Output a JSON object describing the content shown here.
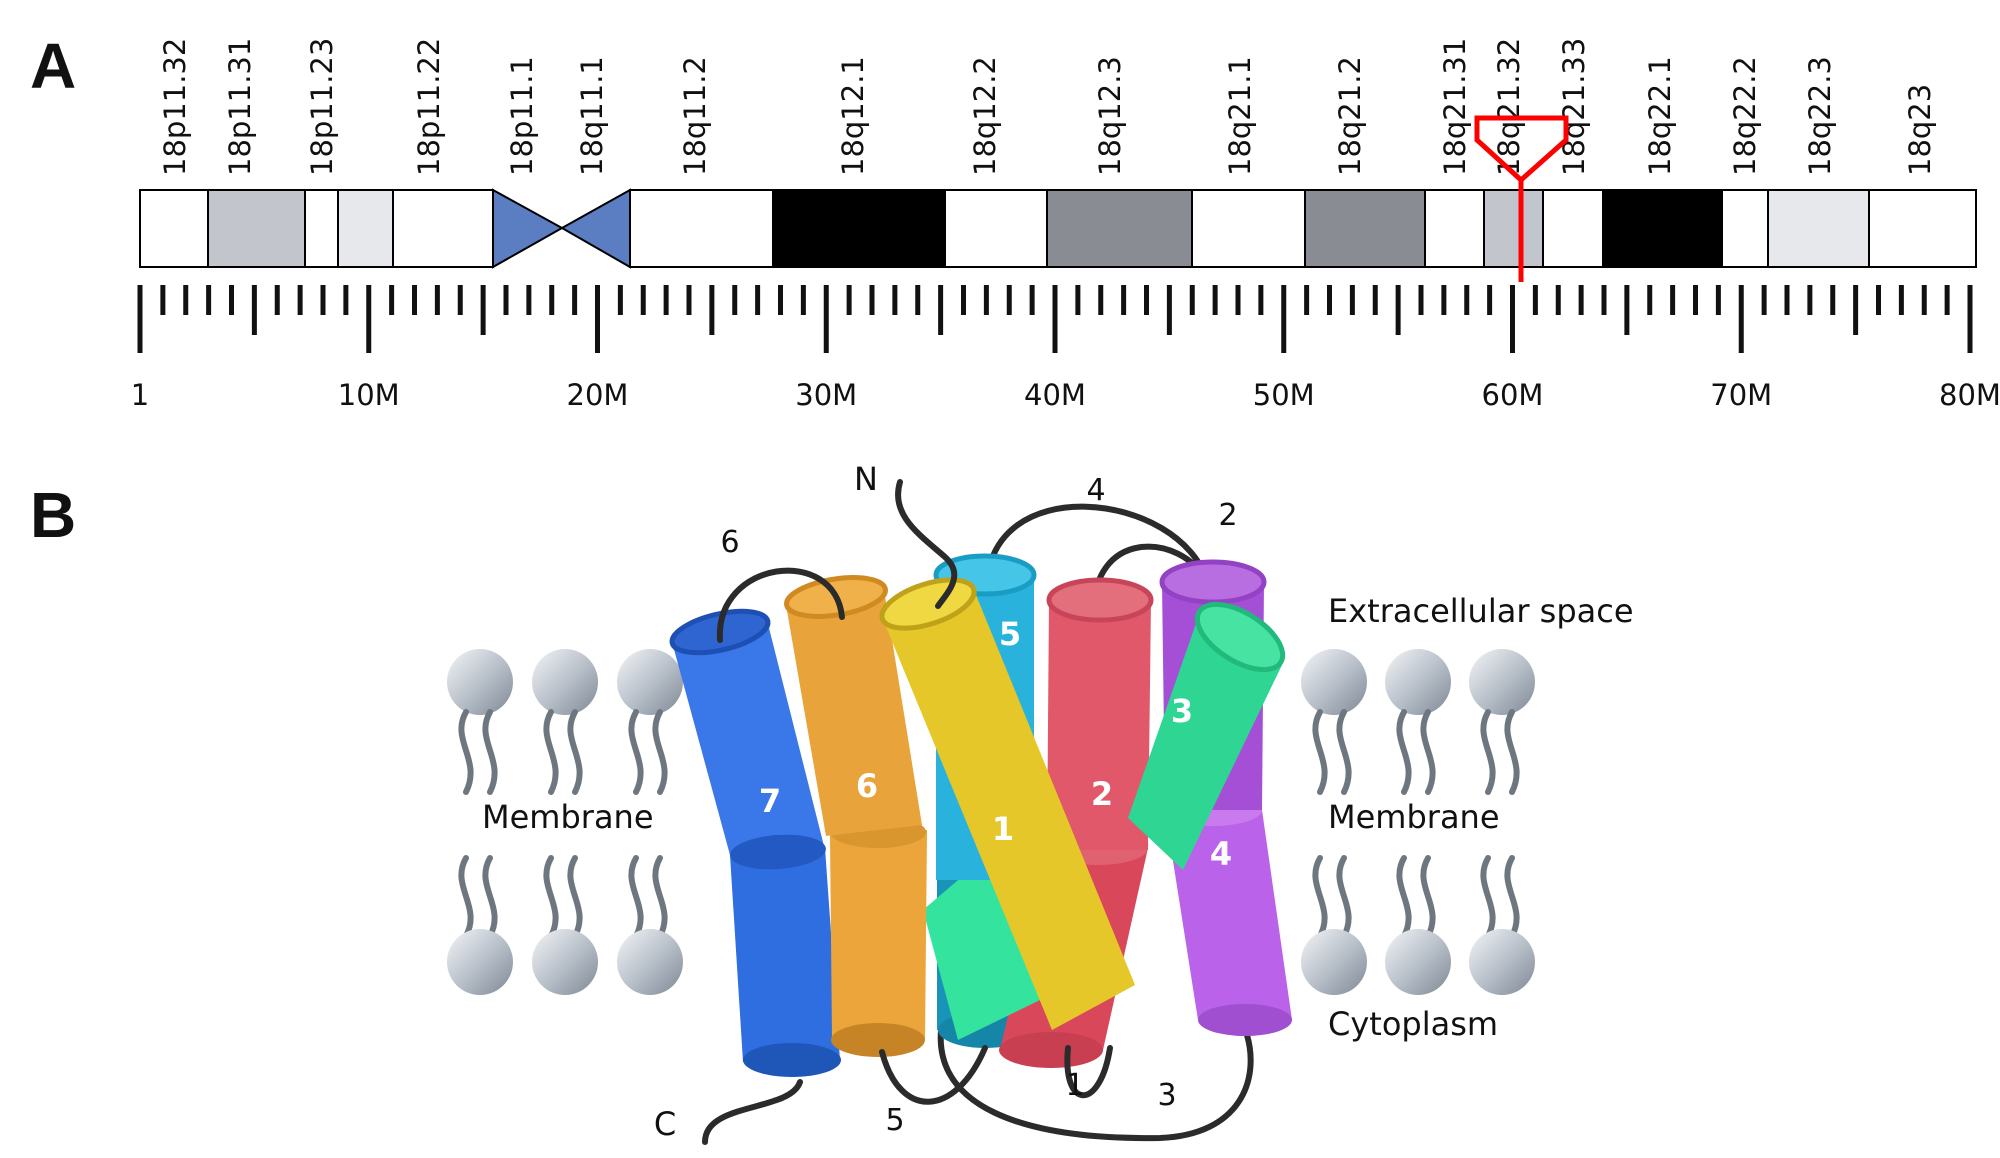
{
  "panel_a": {
    "letter": "A",
    "bands": [
      {
        "name": "18p11.32",
        "fill": "#ffffff"
      },
      {
        "name": "18p11.31",
        "fill": "#c2c6cc"
      },
      {
        "name": "18p11.23",
        "fill": "#ffffff"
      },
      {
        "name": "",
        "fill": "#e6e8ec"
      },
      {
        "name": "18p11.22",
        "fill": "#ffffff"
      },
      {
        "name": "18p11.1",
        "fill": "#5b7dc2"
      },
      {
        "name": "18q11.1",
        "fill": "#5b7dc2"
      },
      {
        "name": "18q11.2",
        "fill": "#ffffff"
      },
      {
        "name": "18q12.1",
        "fill": "#000000"
      },
      {
        "name": "18q12.2",
        "fill": "#ffffff"
      },
      {
        "name": "18q12.3",
        "fill": "#898c92"
      },
      {
        "name": "18q21.1",
        "fill": "#ffffff"
      },
      {
        "name": "18q21.2",
        "fill": "#898c92"
      },
      {
        "name": "18q21.31",
        "fill": "#ffffff"
      },
      {
        "name": "18q21.32",
        "fill": "#c2c6cc"
      },
      {
        "name": "18q21.33",
        "fill": "#ffffff"
      },
      {
        "name": "18q22.1",
        "fill": "#000000"
      },
      {
        "name": "18q22.2",
        "fill": "#ffffff"
      },
      {
        "name": "18q22.3",
        "fill": "#e6e8ec"
      },
      {
        "name": "18q23",
        "fill": "#ffffff"
      }
    ],
    "scale_labels": [
      "1",
      "10M",
      "20M",
      "30M",
      "40M",
      "50M",
      "60M",
      "70M",
      "80M"
    ],
    "marker_color": "#ff0000"
  },
  "panel_b": {
    "letter": "B",
    "labels": {
      "extracellular": "Extracellular space",
      "membrane_left": "Membrane",
      "membrane_right": "Membrane",
      "cytoplasm": "Cytoplasm",
      "n_term": "N",
      "c_term": "C"
    },
    "helices": [
      {
        "num": "1",
        "color": "#e5c72a"
      },
      {
        "num": "2",
        "color": "#e05869"
      },
      {
        "num": "3",
        "color": "#2fd592"
      },
      {
        "num": "4",
        "color": "#a54fd6"
      },
      {
        "num": "5",
        "color": "#2ab6dc"
      },
      {
        "num": "6",
        "color": "#eba53a"
      },
      {
        "num": "7",
        "color": "#2f6ee0"
      }
    ],
    "extracellular_loops": [
      "2",
      "4",
      "6"
    ],
    "intracellular_loops": [
      "1",
      "3",
      "5"
    ]
  }
}
